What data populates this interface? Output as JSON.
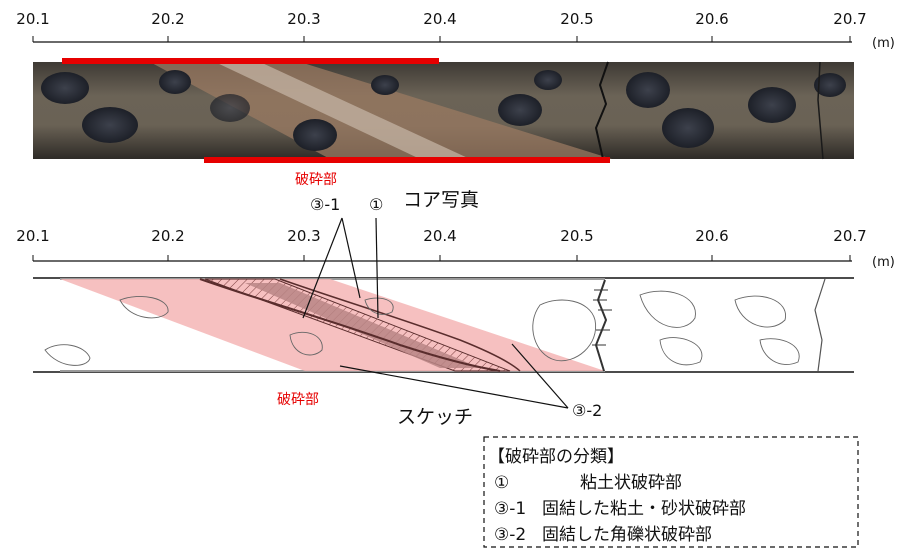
{
  "ruler_top": {
    "ticks": [
      "20.1",
      "20.2",
      "20.3",
      "20.4",
      "20.5",
      "20.6",
      "20.7"
    ],
    "unit": "(m)"
  },
  "ruler_bottom": {
    "ticks": [
      "20.1",
      "20.2",
      "20.3",
      "20.4",
      "20.5",
      "20.6",
      "20.7"
    ],
    "unit": "(m)"
  },
  "photo": {
    "fracture_label": "破砕部",
    "caption": "コア写真",
    "fracture_range_top_m": [
      20.12,
      20.4
    ],
    "fracture_range_bottom_m": [
      20.23,
      20.53
    ]
  },
  "sketch": {
    "callout_3_1": "③-1",
    "callout_1": "①",
    "callout_3_2": "③-2",
    "fracture_label": "破砕部",
    "caption": "スケッチ"
  },
  "legend": {
    "title": "【破砕部の分類】",
    "rows": [
      {
        "code": "①",
        "text": "粘土状破砕部"
      },
      {
        "code": "③-1",
        "text": "固結した粘土・砂状破砕部"
      },
      {
        "code": "③-2",
        "text": "固結した角礫状破砕部"
      }
    ]
  },
  "colors": {
    "fracture_red": "#e60000",
    "sketch_pink": "#f5b5b5",
    "clay_band": "#b98585"
  }
}
